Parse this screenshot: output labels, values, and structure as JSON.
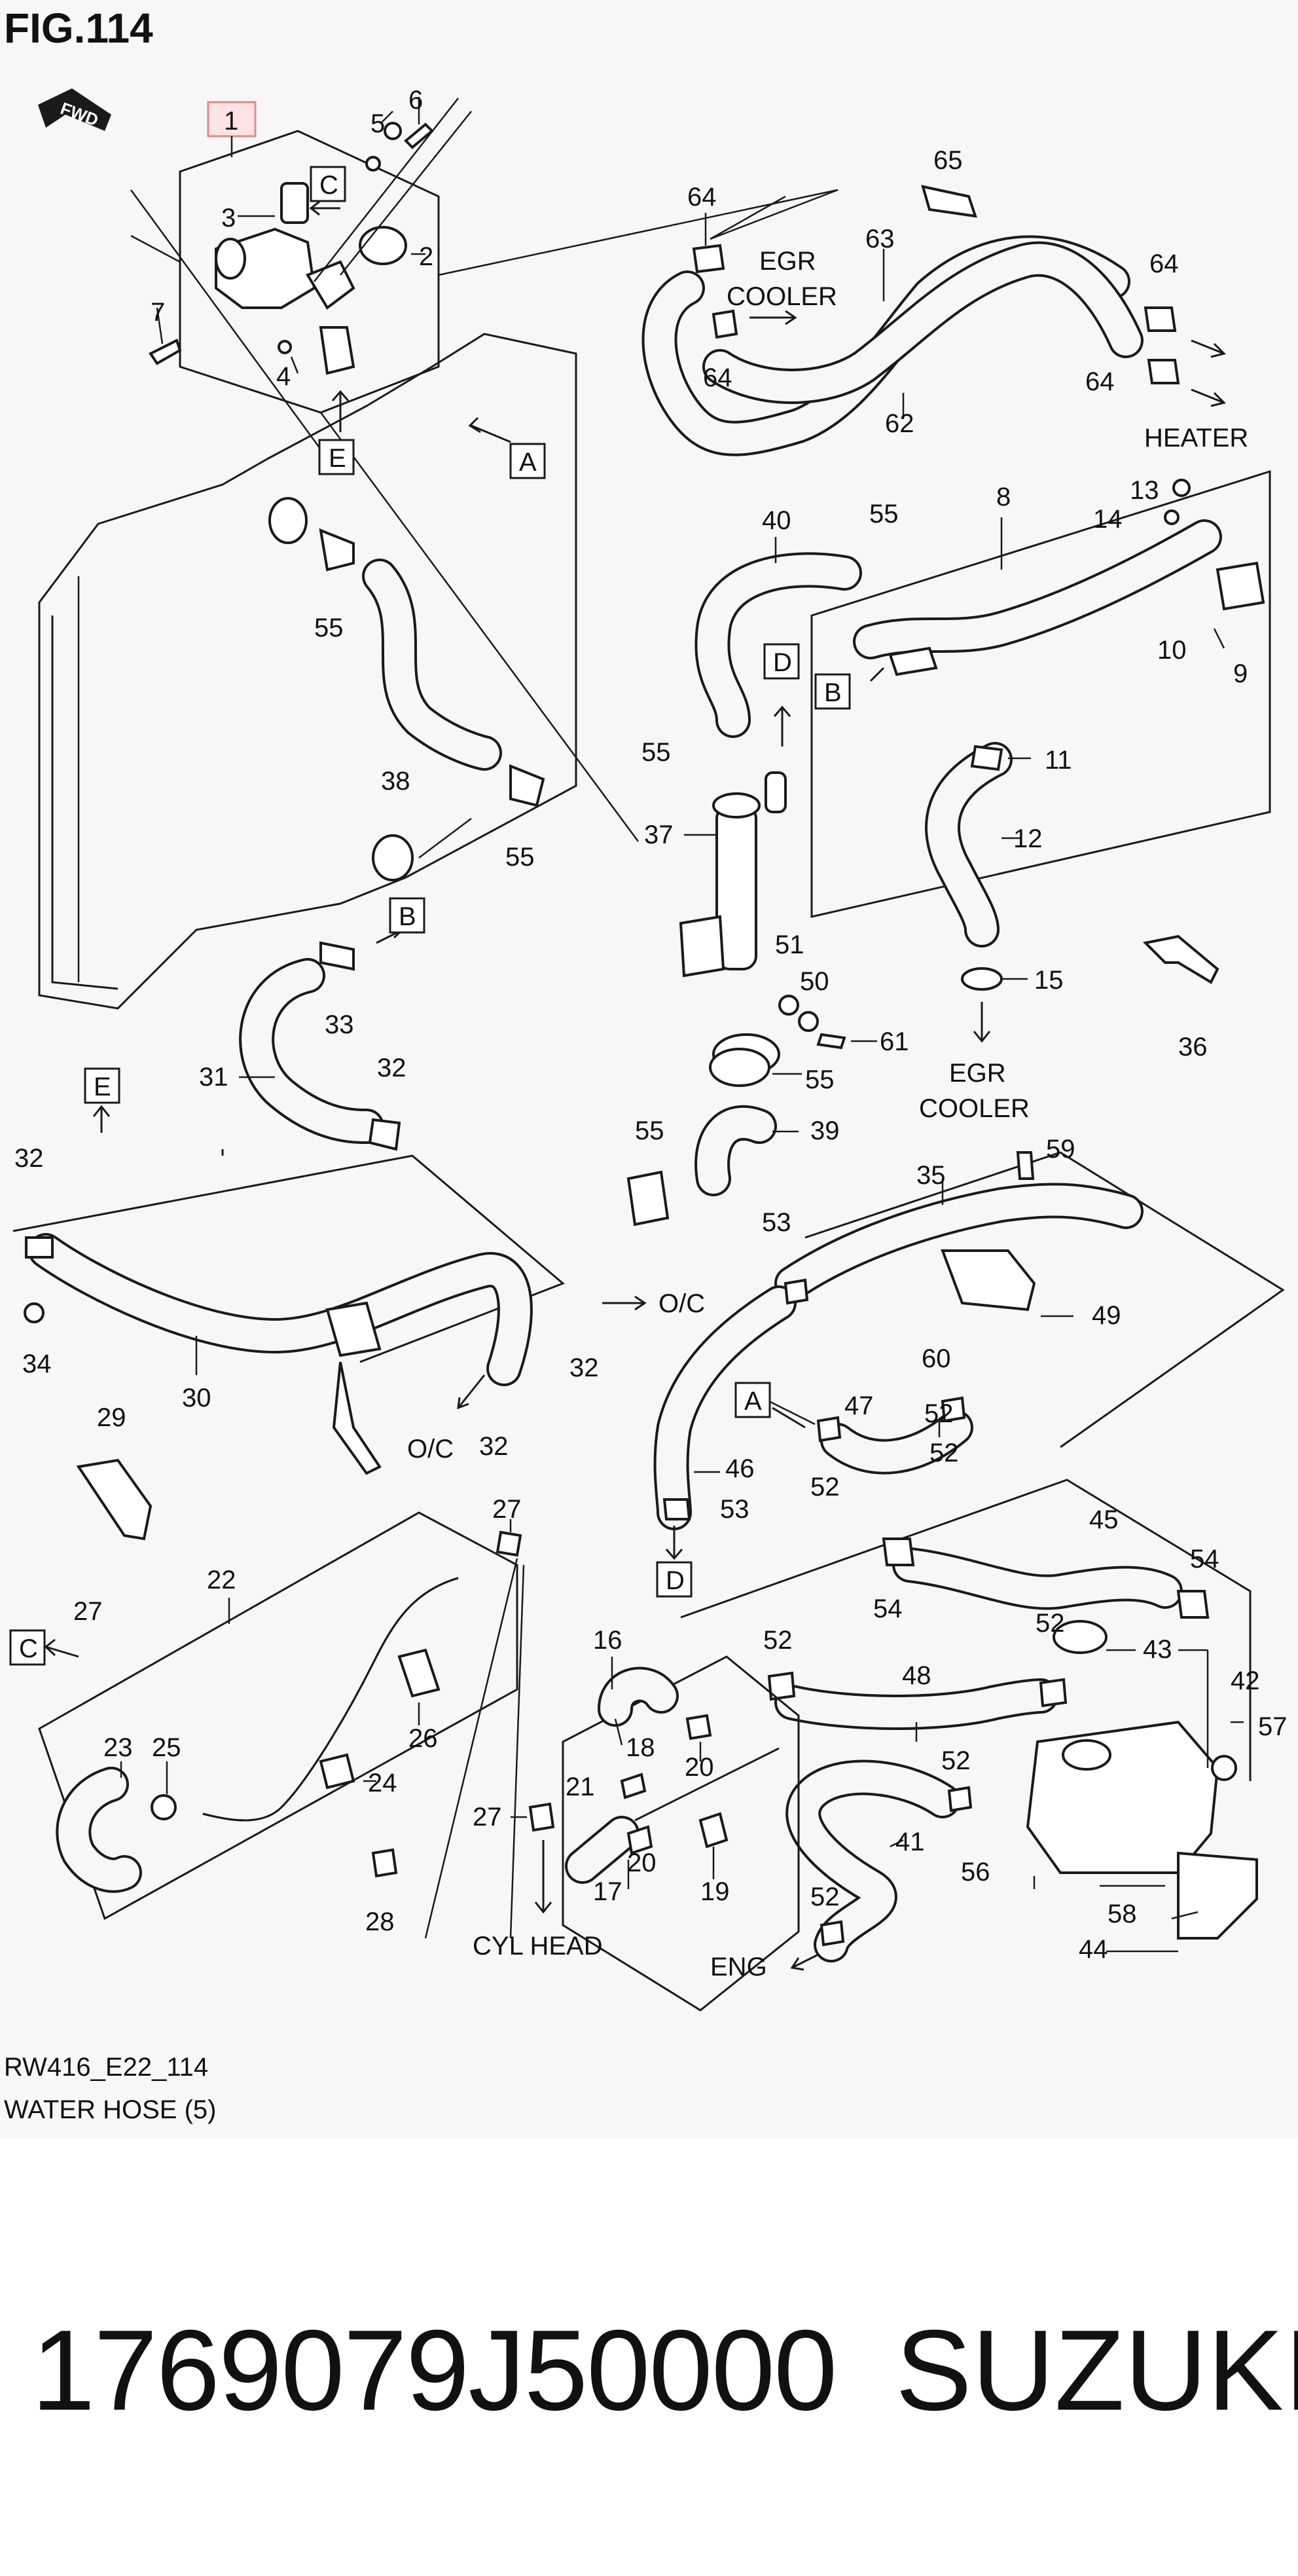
{
  "figure": {
    "title": "FIG.114",
    "ref_code": "RW416_E22_114",
    "caption": "WATER HOSE (5)",
    "fwd_label": "FWD"
  },
  "footer": {
    "part_number": "1769079J50000",
    "brand": "SUZUKI"
  },
  "callouts": {
    "c1": "1",
    "c2": "2",
    "c3": "3",
    "c4": "4",
    "c5": "5",
    "c6": "6",
    "c7": "7",
    "c8": "8",
    "c9": "9",
    "c10": "10",
    "c11": "11",
    "c12": "12",
    "c13": "13",
    "c14": "14",
    "c15": "15",
    "c16": "16",
    "c17": "17",
    "c18": "18",
    "c19": "19",
    "c20a": "20",
    "c20b": "20",
    "c21": "21",
    "c22": "22",
    "c23": "23",
    "c24": "24",
    "c25": "25",
    "c26": "26",
    "c27a": "27",
    "c27b": "27",
    "c27c": "27",
    "c28": "28",
    "c29": "29",
    "c30": "30",
    "c31": "31",
    "c32a": "32",
    "c32b": "32",
    "c32c": "32",
    "c32d": "32",
    "c33": "33",
    "c34": "34",
    "c35": "35",
    "c36": "36",
    "c37": "37",
    "c38": "38",
    "c39": "39",
    "c40": "40",
    "c41": "41",
    "c42": "42",
    "c43": "43",
    "c44": "44",
    "c45": "45",
    "c46": "46",
    "c47": "47",
    "c48": "48",
    "c49": "49",
    "c50": "50",
    "c51": "51",
    "c52a": "52",
    "c52b": "52",
    "c52c": "52",
    "c52d": "52",
    "c52e": "52",
    "c52f": "52",
    "c52g": "52",
    "c53a": "53",
    "c53b": "53",
    "c54a": "54",
    "c54b": "54",
    "c55a": "55",
    "c55b": "55",
    "c55c": "55",
    "c55d": "55",
    "c55e": "55",
    "c55f": "55",
    "c56": "56",
    "c57": "57",
    "c58": "58",
    "c59": "59",
    "c60": "60",
    "c61": "61",
    "c62": "62",
    "c63": "63",
    "c64a": "64",
    "c64b": "64",
    "c64c": "64",
    "c64d": "64",
    "c65": "65"
  },
  "ref_markers": {
    "a1": "A",
    "a2": "A",
    "b1": "B",
    "b2": "B",
    "c1": "C",
    "c2": "C",
    "d1": "D",
    "d2": "D",
    "e1": "E",
    "e2": "E"
  },
  "destinations": {
    "egr_cooler_top": "EGR COOLER",
    "heater": "HEATER",
    "egr_cooler_mid": "EGR COOLER",
    "oc_right": "O/C",
    "oc_bottom": "O/C",
    "cyl_head": "CYL HEAD",
    "eng": "ENG"
  }
}
